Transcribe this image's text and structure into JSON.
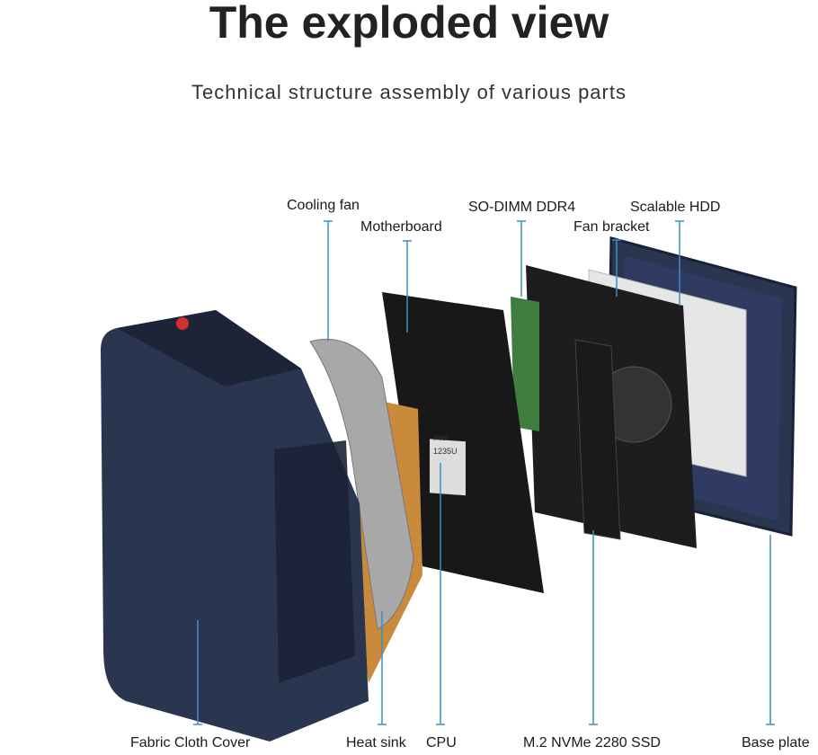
{
  "header": {
    "title": "The exploded view",
    "subtitle": "Technical structure assembly of various parts"
  },
  "labels": {
    "cooling_fan": "Cooling fan",
    "motherboard": "Motherboard",
    "so_dimm": "SO-DIMM DDR4",
    "fan_bracket": "Fan bracket",
    "scalable_hdd": "Scalable HDD",
    "fabric_cover": "Fabric Cloth Cover",
    "heat_sink": "Heat sink",
    "cpu": "CPU",
    "ssd": "M.2 NVMe 2280 SSD",
    "base_plate": "Base plate"
  },
  "chip_text": {
    "brand": "intel",
    "model": "1235U"
  },
  "colors": {
    "leader_line": "#3a8fc4",
    "case": "#2a3550",
    "heatsink": "#c98a3c"
  }
}
